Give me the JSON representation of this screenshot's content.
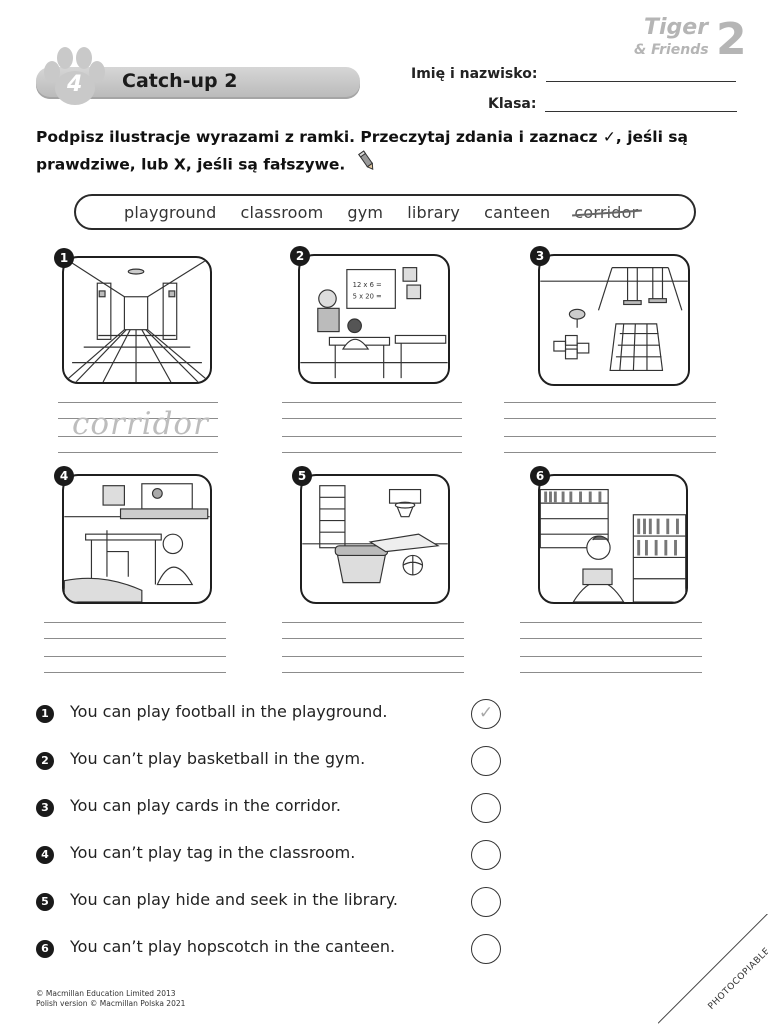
{
  "brand": {
    "line1": "Tiger",
    "line2": "& Friends",
    "number": "2"
  },
  "header": {
    "unit_number": "4",
    "title": "Catch-up 2"
  },
  "fields": {
    "name_label": "Imię i nazwisko:",
    "class_label": "Klasa:"
  },
  "instruction": "Podpisz ilustracje wyrazami z ramki. Przeczytaj zdania i zaznacz ✓, jeśli są prawdziwe, lub X, jeśli są fałszywe.",
  "word_box": {
    "words": [
      "playground",
      "classroom",
      "gym",
      "library",
      "canteen",
      "corridor"
    ],
    "crossed_out": "corridor"
  },
  "pictures": [
    {
      "number": "1",
      "scene": "corridor",
      "answer": "corridor"
    },
    {
      "number": "2",
      "scene": "classroom",
      "answer": ""
    },
    {
      "number": "3",
      "scene": "playground",
      "answer": ""
    },
    {
      "number": "4",
      "scene": "canteen",
      "answer": ""
    },
    {
      "number": "5",
      "scene": "gym",
      "answer": ""
    },
    {
      "number": "6",
      "scene": "library",
      "answer": ""
    }
  ],
  "statements": [
    {
      "number": "1",
      "text": "You can play football in the playground.",
      "mark": "✓"
    },
    {
      "number": "2",
      "text": "You can’t play basketball in the gym.",
      "mark": ""
    },
    {
      "number": "3",
      "text": "You can play cards in the corridor.",
      "mark": ""
    },
    {
      "number": "4",
      "text": "You can’t play tag in the classroom.",
      "mark": ""
    },
    {
      "number": "5",
      "text": "You can play hide and seek in the library.",
      "mark": ""
    },
    {
      "number": "6",
      "text": "You can’t play hopscotch in the canteen.",
      "mark": ""
    }
  ],
  "board_text": {
    "line1": "12 x 6 =",
    "line2": "5 x 20 ="
  },
  "footer": {
    "copyright1": "© Macmillan Education Limited 2013",
    "copyright2": "Polish version © Macmillan Polska 2021"
  },
  "corner_label": "PHOTOCOPIABLE"
}
